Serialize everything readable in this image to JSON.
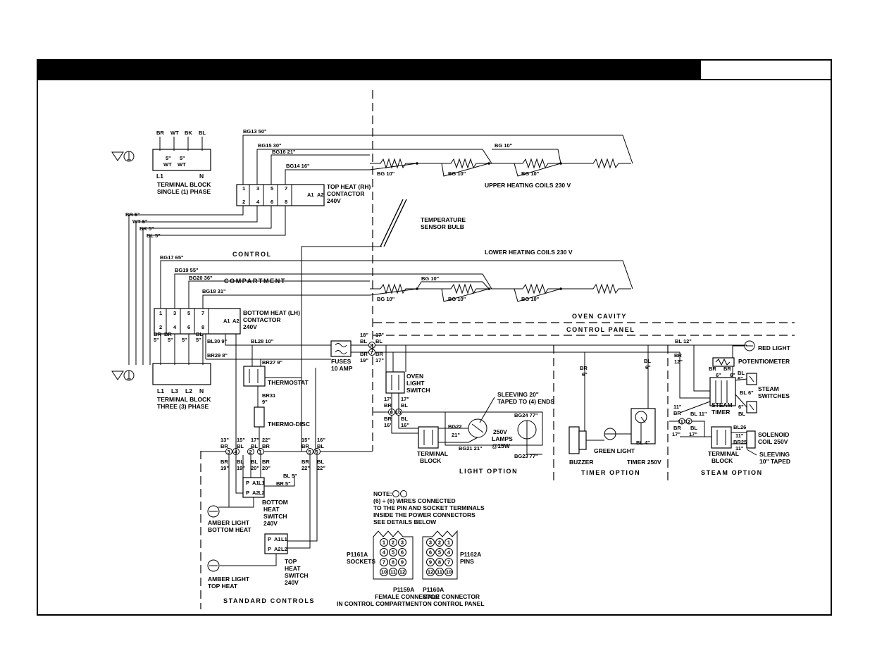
{
  "supply_single": {
    "wires": [
      "BR",
      "WT",
      "BK",
      "BL"
    ],
    "jumper_len": "5\"",
    "jumper_color": "WT",
    "terminals": [
      "L1",
      "N"
    ],
    "label_1": "TERMINAL BLOCK",
    "label_2": "SINGLE (1) PHASE"
  },
  "supply_three": {
    "terminals": [
      "L1",
      "L3",
      "L2",
      "N"
    ],
    "wires": [
      "BR",
      "WT",
      "BK",
      "BL"
    ],
    "label_1": "TERMINAL BLOCK",
    "label_2": "THREE (3) PHASE"
  },
  "top_contactor": {
    "label_1": "TOP HEAT (RH)",
    "label_2": "CONTACTOR",
    "label_3": "240V",
    "pins_top": [
      "1",
      "3",
      "5",
      "7"
    ],
    "pins_bottom": [
      "2",
      "4",
      "6",
      "8"
    ],
    "coil": [
      "A1",
      "A2"
    ]
  },
  "bottom_contactor": {
    "label_1": "BOTTOM HEAT (LH)",
    "label_2": "CONTACTOR",
    "label_3": "240V",
    "pins_top": [
      "1",
      "3",
      "5",
      "7"
    ],
    "pins_bottom": [
      "2",
      "4",
      "6",
      "8"
    ],
    "coil": [
      "A1",
      "A2"
    ]
  },
  "wire_labels": {
    "bg13": "BG13  50\"",
    "bg15": "BG15  30\"",
    "bg16": "BG16  21\"",
    "bg14": "BG14  16\"",
    "br5": "BR 5\"",
    "wt5": "WT 5\"",
    "bk5": "BK  5\"",
    "bl5": "BL  5\"",
    "bg17": "BG17  65\"",
    "bg19": "BG19  55\"",
    "bg20": "BG20  36\"",
    "bg18": "BG18  31\"",
    "bl30": "BL30  9\"",
    "bl28": "BL28  10\"",
    "br29": "BR29  8\"",
    "br27": "BR27  9\"",
    "br31_1": "BR31",
    "br31_2": "9\"",
    "bg10": "BG 10\"",
    "bl12": "BL 12\"",
    "br12": "BR",
    "br12b": "12\"",
    "five": "5\""
  },
  "upper_coils": {
    "label": "UPPER HEATING COILS  230 V"
  },
  "lower_coils": {
    "label": "LOWER HEATING COILS  230 V"
  },
  "sensor": {
    "label_1": "TEMPERATURE",
    "label_2": "SENSOR BULB"
  },
  "section_labels": {
    "control": "CONTROL",
    "compartment": "COMPARTMENT",
    "oven_cavity": "OVEN CAVITY",
    "control_panel": "CONTROL PANEL",
    "standard": "STANDARD CONTROLS",
    "light_option": "LIGHT OPTION",
    "timer_option": "TIMER OPTION",
    "steam_option": "STEAM OPTION"
  },
  "fuses": {
    "label_1": "FUSES",
    "label_2": "10 AMP"
  },
  "thermostat": {
    "label": "THERMOSTAT"
  },
  "thermodisc": {
    "label": "THERMO-DISC"
  },
  "oven_light_switch": {
    "label_1": "OVEN",
    "label_2": "LIGHT",
    "label_3": "SWITCH"
  },
  "light_option": {
    "sleeving_1": "SLEEVING 20\"",
    "sleeving_2": "TAPED TO (4) ENDS",
    "lamps_1": "250V",
    "lamps_2": "LAMPS",
    "lamps_3": "@15W",
    "bg22": "BG22",
    "bg22b": "21\"",
    "bg21": "BG21  21\"",
    "bg24": "BG24  77\"",
    "bg23": "BG23  77\"",
    "tb_1": "TERMINAL",
    "tb_2": "BLOCK"
  },
  "timer_option": {
    "buzzer": "BUZZER",
    "green_light": "GREEN LIGHT",
    "timer": "TIMER 250V",
    "br6": "BR",
    "br6b": "6\"",
    "bl6": "BL",
    "bl6b": "6\"",
    "bl4": "BL  4\""
  },
  "steam_option": {
    "red_light": "RED LIGHT",
    "potentiometer": "POTENTIOMETER",
    "steam_switches_1": "STEAM",
    "steam_switches_2": "SWITCHES",
    "steam_timer_1": "STEAM",
    "steam_timer_2": "TIMER",
    "solenoid_1": "SOLENOID",
    "solenoid_2": "COIL 250V",
    "sleeving_1": "SLEEVING",
    "sleeving_2": "10\" TAPED",
    "tb_1": "TERMINAL",
    "tb_2": "BLOCK",
    "bl26": "BL26",
    "br25": "BR25",
    "bl11": "BL 11\"",
    "bl6": "BL 6\"",
    "n11": "11\"",
    "n1112": "11 12",
    "br17": "BR",
    "br17b": "17\"",
    "bl17": "BL",
    "bl17b": "17\""
  },
  "bottom_switch": {
    "label_1": "BOTTOM",
    "label_2": "HEAT",
    "label_3": "SWITCH",
    "label_4": "240V",
    "bl5": "BL  5\"",
    "br5": "BR  5\""
  },
  "top_switch": {
    "label_1": "TOP",
    "label_2": "HEAT",
    "label_3": "SWITCH",
    "label_4": "240V"
  },
  "amber_bottom": {
    "label_1": "AMBER LIGHT",
    "label_2": "BOTTOM HEAT"
  },
  "amber_top": {
    "label_1": "AMBER LIGHT",
    "label_2": "TOP HEAT"
  },
  "note": {
    "line_1": "NOTE:",
    "line_2": "(6) ÷ (6)  WIRES CONNECTED",
    "line_3": "TO THE PIN AND SOCKET TERMINALS",
    "line_4": "INSIDE THE POWER CONNECTORS",
    "line_5": "SEE DETAILS BELOW"
  },
  "connectors": {
    "sockets_1": "P1161A",
    "sockets_2": "SOCKETS",
    "pins_1": "P1162A",
    "pins_2": "PINS",
    "female_1": "P1159A",
    "female_2": "FEMALE CONNECTOR",
    "female_3": "IN CONTROL COMPARTMENT",
    "male_1": "P1160A",
    "male_2": "MALE CONNECTOR",
    "male_3": "ON CONTROL PANEL",
    "female_grid": [
      [
        "1",
        "2",
        "3"
      ],
      [
        "4",
        "5",
        "6"
      ],
      [
        "7",
        "8",
        "9"
      ],
      [
        "10",
        "11",
        "12"
      ]
    ],
    "male_grid": [
      [
        "3",
        "2",
        "1"
      ],
      [
        "6",
        "5",
        "4"
      ],
      [
        "9",
        "8",
        "7"
      ],
      [
        "12",
        "11",
        "10"
      ]
    ]
  },
  "pin_labels": {
    "p13": "13\"",
    "p15a": "15\"",
    "p17a": "17\"",
    "p22a": "22\"",
    "p15b": "15\"",
    "p16b": "16\"",
    "br": "BR",
    "bl": "BL",
    "p19": "19\"",
    "p20": "20\"",
    "p22b": "22\"",
    "p18": "18\"",
    "p17c": "17\"",
    "p16c": "16\"",
    "p19c": "19\""
  }
}
